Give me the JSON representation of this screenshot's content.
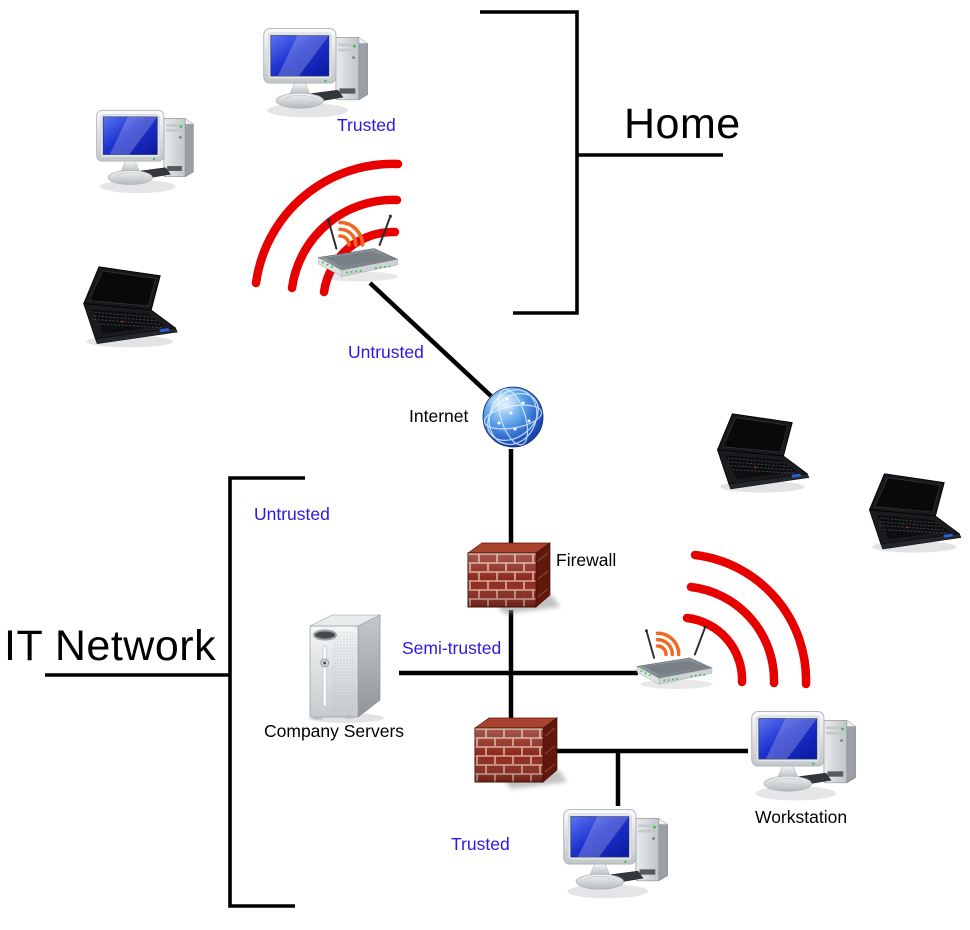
{
  "zones": {
    "home": {
      "title": "Home"
    },
    "it": {
      "title": "IT Network"
    }
  },
  "labels": {
    "trusted_home": "Trusted",
    "untrusted_home": "Untrusted",
    "internet": "Internet",
    "firewall": "Firewall",
    "untrusted_it": "Untrusted",
    "semi_trusted": "Semi-trusted",
    "company_servers": "Company Servers",
    "trusted_it": "Trusted",
    "workstation": "Workstation"
  },
  "colors": {
    "zone_label": "#2a1ae0",
    "device_label": "#000000",
    "wifi_long_range": "#e60000",
    "wifi_short_range": "#f0681f",
    "connection_line": "#000000"
  },
  "nodes": [
    {
      "zone": "Home",
      "type": "desktop-computer",
      "label": "Trusted"
    },
    {
      "zone": "Home",
      "type": "desktop-computer",
      "label": ""
    },
    {
      "zone": "Home",
      "type": "laptop",
      "label": ""
    },
    {
      "zone": "Home",
      "type": "wireless-router",
      "label": "Untrusted"
    },
    {
      "zone": "",
      "type": "internet-globe",
      "label": "Internet"
    },
    {
      "zone": "",
      "type": "firewall",
      "label": "Firewall"
    },
    {
      "zone": "IT Network",
      "type": "server-tower",
      "label": "Company Servers"
    },
    {
      "zone": "IT Network",
      "type": "wireless-router",
      "label": ""
    },
    {
      "zone": "IT Network",
      "type": "laptop",
      "label": ""
    },
    {
      "zone": "IT Network",
      "type": "laptop",
      "label": ""
    },
    {
      "zone": "IT Network",
      "type": "firewall",
      "label": "Trusted"
    },
    {
      "zone": "IT Network",
      "type": "desktop-computer",
      "label": "Workstation"
    },
    {
      "zone": "IT Network",
      "type": "desktop-computer",
      "label": ""
    }
  ]
}
